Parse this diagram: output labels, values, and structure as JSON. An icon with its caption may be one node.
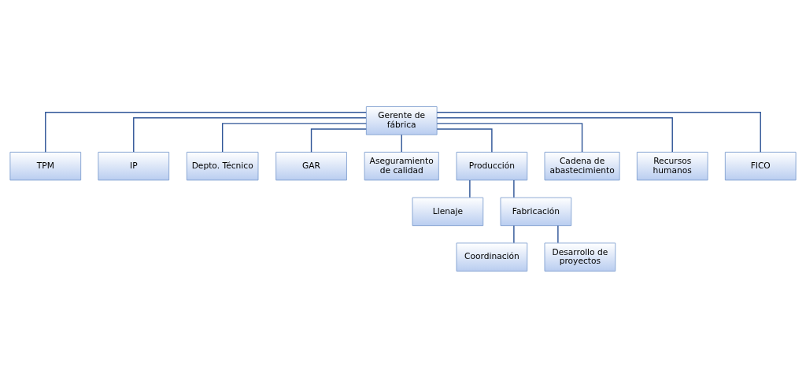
{
  "diagram": {
    "nodes": [
      {
        "text": [
          "Gerente de fábrica"
        ]
      },
      {
        "text": [
          "TPM"
        ]
      },
      {
        "text": [
          "IP"
        ]
      },
      {
        "text": [
          "Depto. Técnico"
        ]
      },
      {
        "text": [
          "GAR"
        ]
      },
      {
        "text": [
          "Aseguramiento de calidad"
        ]
      },
      {
        "text": [
          "Producción"
        ]
      },
      {
        "text": [
          "Cadena de abastecimiento"
        ]
      },
      {
        "text": [
          "Recursos humanos"
        ]
      },
      {
        "text": [
          "FICO"
        ]
      },
      {
        "text": [
          "Llenaje"
        ]
      },
      {
        "text": [
          "Fabricación"
        ]
      },
      {
        "text": [
          "Coordinación"
        ]
      },
      {
        "text": [
          "Desarrollo de proyectos"
        ]
      }
    ],
    "edges": [
      {
        "from": 0,
        "to": 1,
        "arrow": "none"
      },
      {
        "from": 0,
        "to": 2,
        "arrow": "none"
      },
      {
        "from": 0,
        "to": 3,
        "arrow": "none"
      },
      {
        "from": 0,
        "to": 4,
        "arrow": "none"
      },
      {
        "from": 0,
        "to": 5,
        "arrow": "none"
      },
      {
        "from": 0,
        "to": 6,
        "arrow": "none"
      },
      {
        "from": 0,
        "to": 7,
        "arrow": "none"
      },
      {
        "from": 0,
        "to": 8,
        "arrow": "none"
      },
      {
        "from": 0,
        "to": 9,
        "arrow": "none"
      },
      {
        "from": 6,
        "to": 10,
        "arrow": "none"
      },
      {
        "from": 6,
        "to": 11,
        "arrow": "none"
      },
      {
        "from": 11,
        "to": 12,
        "arrow": "none"
      },
      {
        "from": 11,
        "to": 13,
        "arrow": "none"
      }
    ]
  }
}
